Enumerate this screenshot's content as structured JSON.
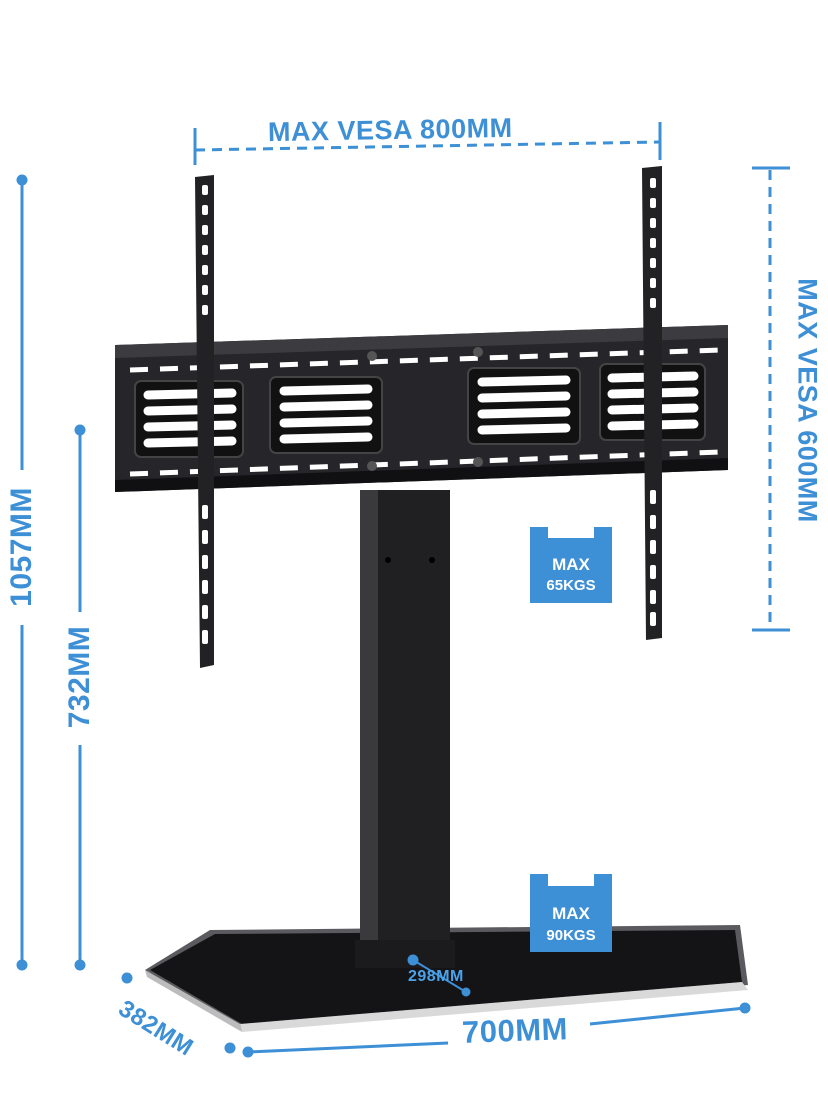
{
  "dimensions": {
    "vesa_width": "MAX  VESA 800MM",
    "vesa_height": "MAX  VESA  600MM",
    "total_height": "1057MM",
    "pole_height": "732MM",
    "base_depth": "382MM",
    "base_width": "700MM",
    "pole_offset": "298MM"
  },
  "badges": {
    "mount_load": {
      "line1": "MAX",
      "line2": "65KGS"
    },
    "base_load": {
      "line1": "MAX",
      "line2": "90KGS"
    }
  },
  "colors": {
    "accent": "#3d8fd6",
    "metal": "#1c1c1e",
    "badge": "#3d8fd6"
  }
}
